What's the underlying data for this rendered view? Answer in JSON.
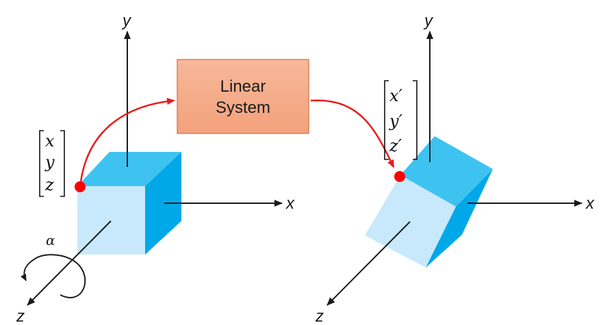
{
  "left_frame": {
    "axis_x_label": "x",
    "axis_y_label": "y",
    "axis_z_label": "z",
    "rotation_label": "α",
    "vector": [
      "x",
      "y",
      "z"
    ]
  },
  "right_frame": {
    "axis_x_label": "x",
    "axis_y_label": "y",
    "axis_z_label": "z",
    "vector": [
      "x′",
      "y′",
      "z′"
    ]
  },
  "system_box": {
    "line1": "Linear",
    "line2": "System"
  },
  "colors": {
    "cube_front": "#c8e9fb",
    "cube_top": "#3ec3f0",
    "cube_side": "#00a8e8",
    "box_fill": "#f5a783",
    "box_border": "#d9805a",
    "flow_arrow": "#e81c1c",
    "point": "#ff0000"
  }
}
